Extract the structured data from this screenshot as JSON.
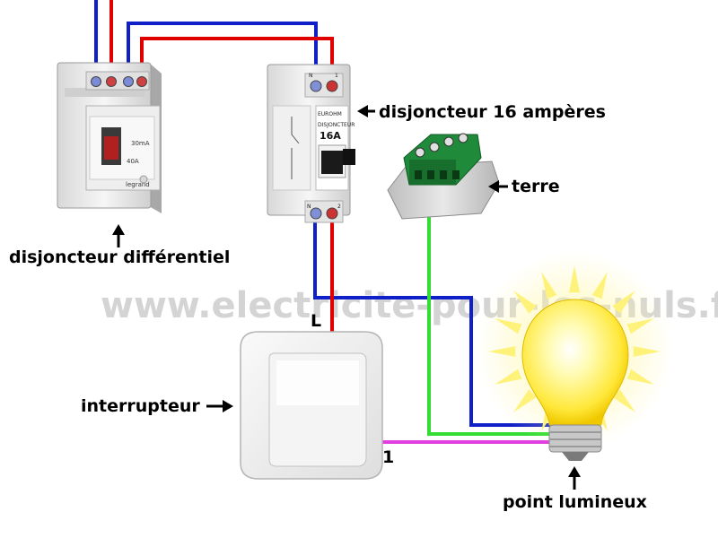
{
  "watermark": "www.electricite-pour-les-nuls.fr",
  "labels": {
    "differential": "disjoncteur différentiel",
    "breaker16": "disjoncteur 16 ampères",
    "earth": "terre",
    "switch": "interrupteur",
    "light": "point lumineux",
    "line_l": "L",
    "line_1": "1"
  },
  "differential_device": {
    "rating": "40A",
    "sensitivity": "30mA",
    "brand": "legrand"
  },
  "breaker_device": {
    "brand": "EUROHM",
    "name": "DISJONCTEUR",
    "rating": "16A",
    "terminal_top_n": "N",
    "terminal_top_1": "1",
    "terminal_bottom_n": "N",
    "terminal_bottom_2": "2"
  },
  "colors": {
    "phase": "#e00000",
    "neutral": "#1020c8",
    "earth": "#33dd33",
    "return": "#e040e0"
  }
}
